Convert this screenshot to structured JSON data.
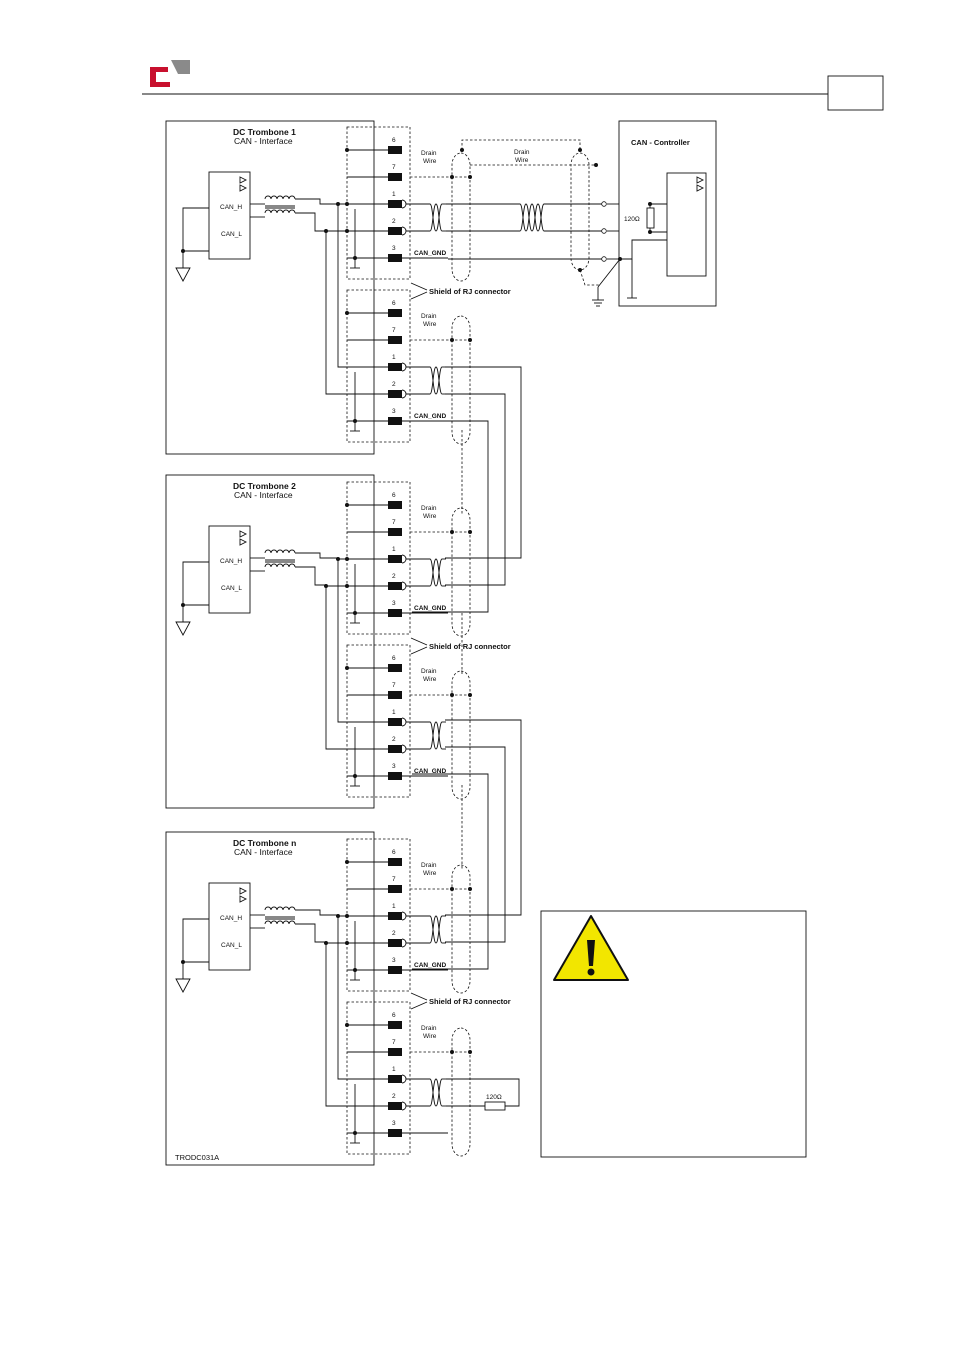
{
  "header": {
    "logo_icon": "company-logo-icon"
  },
  "trombones": [
    {
      "title": "DC Trombone 1",
      "subtitle": "CAN - Interface",
      "can_h": "CAN_H",
      "can_l": "CAN_L"
    },
    {
      "title": "DC Trombone 2",
      "subtitle": "CAN - Interface",
      "can_h": "CAN_H",
      "can_l": "CAN_L"
    },
    {
      "title": "DC Trombone n",
      "subtitle": "CAN - Interface",
      "can_h": "CAN_H",
      "can_l": "CAN_L"
    }
  ],
  "pins": [
    "6",
    "7",
    "1",
    "2",
    "3"
  ],
  "labels": {
    "can_gnd": "CAN_GND",
    "drain_1": "Drain",
    "drain_2": "Wire",
    "shield": "Shield of RJ connector",
    "resistor": "120Ω"
  },
  "controller": {
    "title": "CAN - Controller",
    "resistor": "120Ω"
  },
  "figure_code": "TRODC031A",
  "warning": {
    "icon": "warning-triangle-icon",
    "color": "#f2e600"
  }
}
